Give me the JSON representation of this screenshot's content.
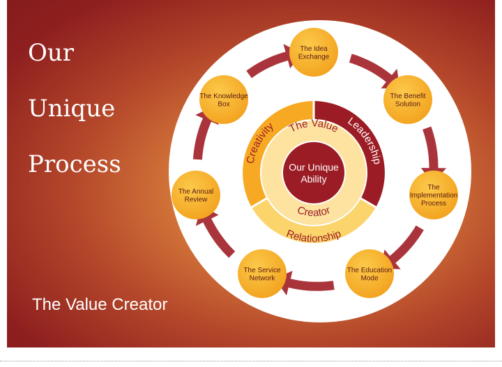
{
  "heading": {
    "line1": "Our",
    "line2": "Unique",
    "line3": "Process"
  },
  "tagline": "The Value Creator",
  "center": {
    "line1": "Our Unique",
    "line2": "Ability"
  },
  "inner_ring": {
    "top": "The Value",
    "bottom": "Creator"
  },
  "outer_ring": {
    "left": "Creativity",
    "right": "Leadership",
    "bottom": "Relationship"
  },
  "steps": [
    {
      "line1": "The Idea",
      "line2": "Exchange"
    },
    {
      "line1": "The Benefit",
      "line2": "Solution"
    },
    {
      "line1": "The",
      "line2": "Implementation",
      "line3": "Process"
    },
    {
      "line1": "The Education",
      "line2": "Mode"
    },
    {
      "line1": "The Service",
      "line2": "Network"
    },
    {
      "line1": "The Annual",
      "line2": "Review"
    },
    {
      "line1": "The Knowledge",
      "line2": "Box"
    }
  ],
  "colors": {
    "maroon": "#9b1c24",
    "gold": "#f5a623",
    "light_gold": "#fbd46b",
    "pale_gold": "#fde2a0",
    "white": "#ffffff"
  }
}
